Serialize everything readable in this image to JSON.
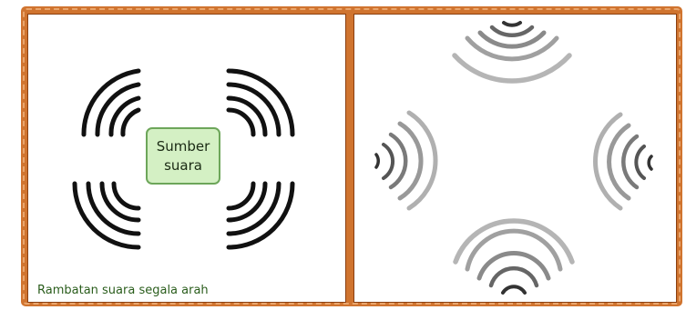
{
  "source_label": {
    "line1": "Sumber",
    "line2": "suara"
  },
  "caption": "Rambatan suara segala arah",
  "colors": {
    "frame": "#d0742f",
    "panel_border": "#8a3f10",
    "source_fill": "#d4f0c4",
    "source_border": "#6da65a",
    "caption": "#2a5d1c",
    "left_waves": "#111111",
    "right_waves": [
      "#333333",
      "#777777",
      "#999999",
      "#b0b0b0"
    ]
  }
}
